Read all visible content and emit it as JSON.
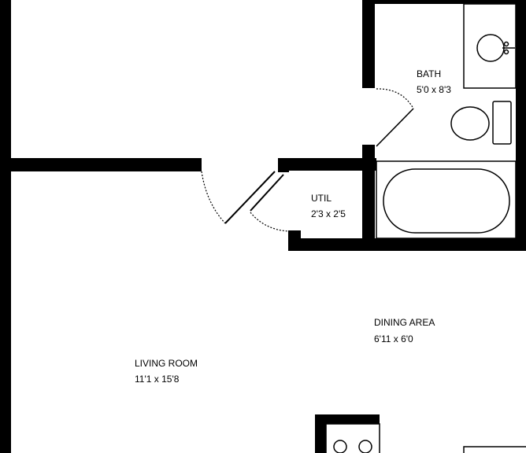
{
  "rooms": {
    "bath": {
      "name": "BATH",
      "size": "5'0 x 8'3"
    },
    "util": {
      "name": "UTIL",
      "size": "2'3 x 2'5"
    },
    "dining": {
      "name": "DINING AREA",
      "size": "6'11 x 6'0"
    },
    "living": {
      "name": "LIVING ROOM",
      "size": "11'1 x 15'8"
    }
  },
  "colors": {
    "wall": "#000000",
    "background": "#ffffff"
  }
}
